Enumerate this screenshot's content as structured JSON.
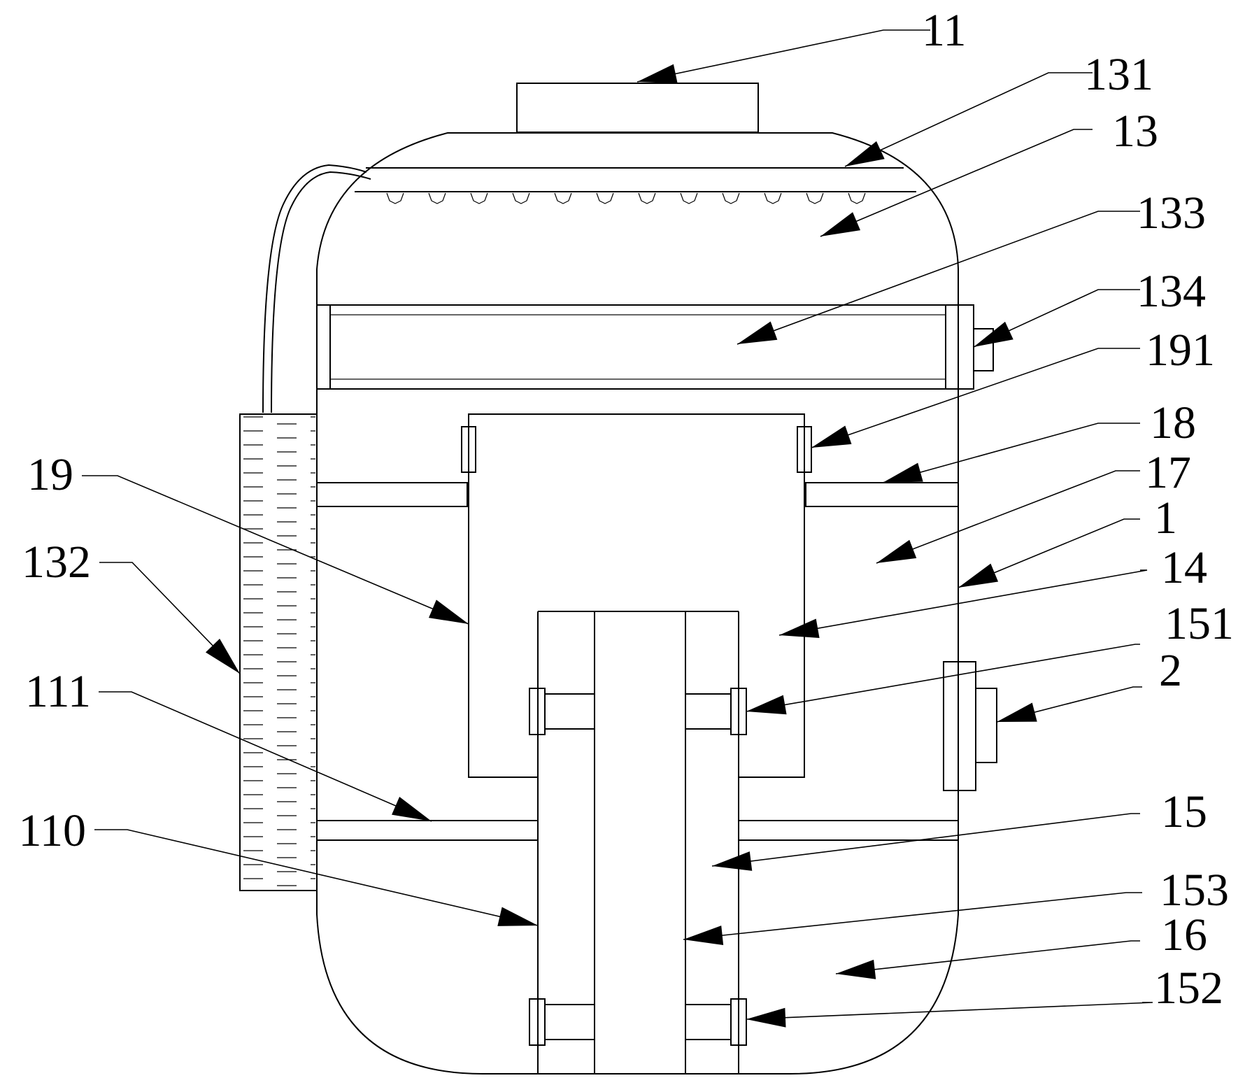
{
  "figure": {
    "line_color": "#000000",
    "background": "#ffffff",
    "callouts": [
      {
        "id": "c11",
        "label": "11"
      },
      {
        "id": "c131",
        "label": "131"
      },
      {
        "id": "c13",
        "label": "13"
      },
      {
        "id": "c133",
        "label": "133"
      },
      {
        "id": "c134",
        "label": "134"
      },
      {
        "id": "c191",
        "label": "191"
      },
      {
        "id": "c18",
        "label": "18"
      },
      {
        "id": "c17",
        "label": "17"
      },
      {
        "id": "c1",
        "label": "1"
      },
      {
        "id": "c14",
        "label": "14"
      },
      {
        "id": "c151",
        "label": "151"
      },
      {
        "id": "c2",
        "label": "2"
      },
      {
        "id": "c15",
        "label": "15"
      },
      {
        "id": "c153",
        "label": "153"
      },
      {
        "id": "c16",
        "label": "16"
      },
      {
        "id": "c152",
        "label": "152"
      },
      {
        "id": "c19",
        "label": "19"
      },
      {
        "id": "c132",
        "label": "132"
      },
      {
        "id": "c111",
        "label": "111"
      },
      {
        "id": "c110",
        "label": "110"
      }
    ]
  }
}
